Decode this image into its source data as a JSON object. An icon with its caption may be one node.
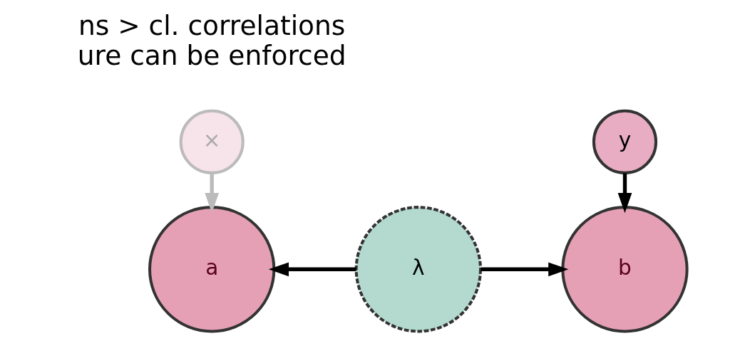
{
  "diagram": {
    "nodes": [
      {
        "text": [
          "×"
        ]
      },
      {
        "text": [
          "y"
        ]
      },
      {
        "text": [
          "a"
        ]
      },
      {
        "text": [
          "λ"
        ]
      },
      {
        "text": [
          "b"
        ]
      }
    ],
    "edges": [
      {
        "from": 0,
        "to": 2,
        "arrow": "to",
        "color": "#bbbbbb"
      },
      {
        "from": 1,
        "to": 4,
        "arrow": "to"
      },
      {
        "from": 3,
        "to": 2,
        "arrow": "to"
      },
      {
        "from": 3,
        "to": 4,
        "arrow": "to"
      }
    ],
    "labels": [
      "ns > cl. correlations",
      "ure can be enforced"
    ]
  }
}
